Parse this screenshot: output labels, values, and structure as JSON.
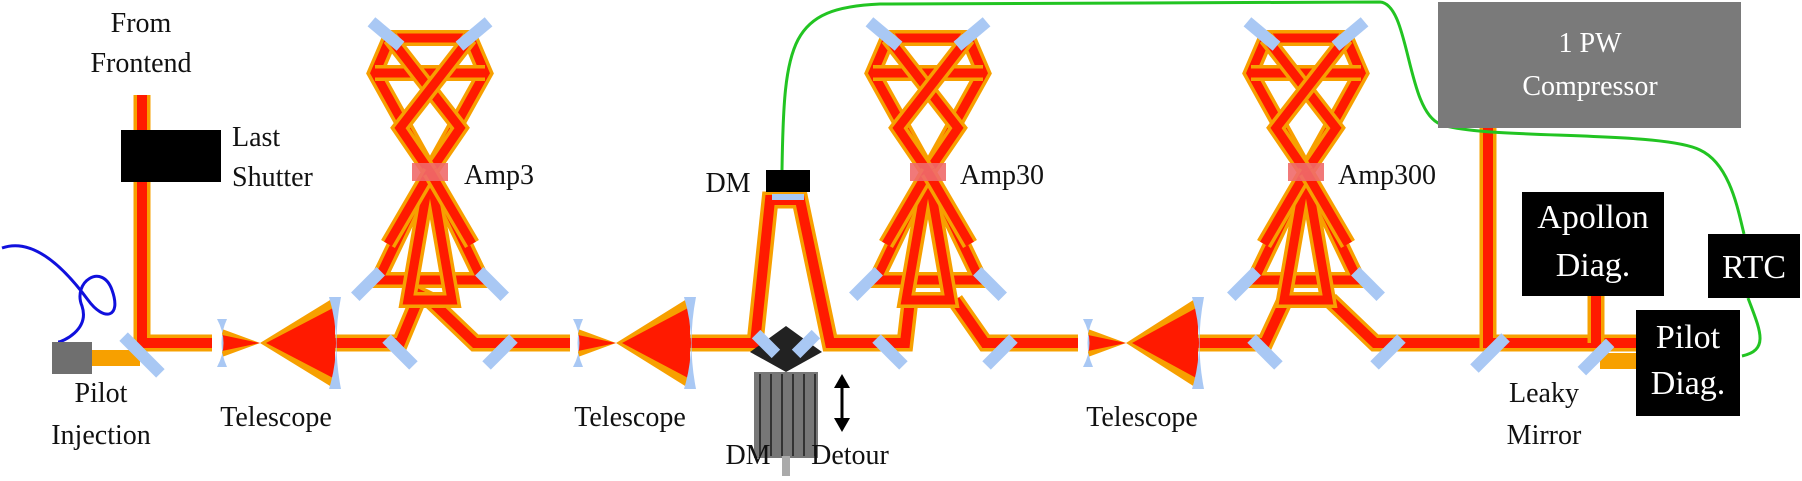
{
  "labels": {
    "from_frontend": [
      "From",
      "Frontend"
    ],
    "last_shutter": [
      "Last",
      "Shutter"
    ],
    "pilot_injection": [
      "Pilot",
      "Injection"
    ],
    "telescope_1": "Telescope",
    "telescope_2": "Telescope",
    "telescope_3": "Telescope",
    "amp3": "Amp3",
    "amp30": "Amp30",
    "amp300": "Amp300",
    "dm_top": "DM",
    "dm_detour": [
      "DM",
      "Detour"
    ],
    "leaky_mirror": [
      "Leaky",
      "Mirror"
    ],
    "compressor": [
      "1 PW",
      "Compressor"
    ],
    "apollon_diag": [
      "Apollon",
      "Diag."
    ],
    "rtc": "RTC",
    "pilot_diag": [
      "Pilot",
      "Diag."
    ]
  },
  "colors": {
    "beam_main": "#ff1a00",
    "beam_outline": "#f7a000",
    "pilot_beam": "#f7a000",
    "mirror": "#a9c8f4",
    "amp_crystal": "#f06a6a",
    "fiber_green": "#22c422",
    "fiber_blue": "#1010dd",
    "box_black": "#000000",
    "compressor_gray": "#7a7a7a",
    "detour_gray": "#777777"
  },
  "icons": [
    "mirror-icon",
    "lens-icon",
    "amp-crystal-icon",
    "deformable-mirror-icon",
    "double-arrow-icon",
    "pilot-laser-icon",
    "fiber-loop-icon"
  ]
}
